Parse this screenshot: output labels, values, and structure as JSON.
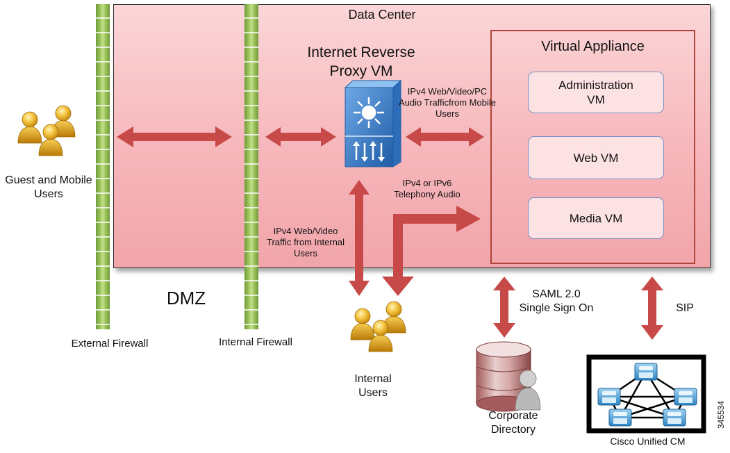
{
  "labels": {
    "data_center": "Data Center",
    "virtual_appliance": "Virtual Appliance",
    "reverse_proxy": "Internet Reverse Proxy VM",
    "admin_vm": "Administration VM",
    "web_vm": "Web VM",
    "media_vm": "Media VM",
    "dmz": "DMZ",
    "external_firewall": "External Firewall",
    "internal_firewall": "Internal Firewall",
    "guest_mobile_users": "Guest and Mobile Users",
    "internal_users": "Internal Users",
    "corporate_directory": "Corporate Directory",
    "cisco_ucm": "Cisco Unified CM",
    "traffic_mobile": "IPv4 Web/Video/PC Audio Trafficfrom Mobile Users",
    "telephony_audio": "IPv4 or IPv6 Telephony Audio",
    "traffic_internal": "IPv4 Web/Video Traffic from Internal Users",
    "saml": "SAML 2.0 Single Sign On",
    "sip": "SIP",
    "figure_id": "345534"
  },
  "colors": {
    "arrow": "#c84a48",
    "data_center_fill": "#f6b7bb",
    "appliance_border": "#b0463a",
    "vm_border": "#7a8fc4",
    "firewall": "#9cc45b",
    "switch": "#3f7fc9"
  },
  "icons": {
    "users": "user-group-icon",
    "switch": "network-switch-icon",
    "database": "database-user-icon",
    "phone_network": "ip-phone-network-icon"
  }
}
